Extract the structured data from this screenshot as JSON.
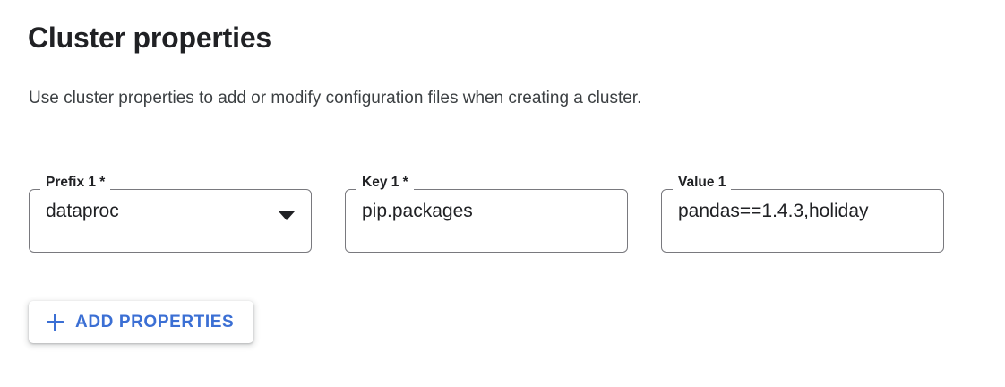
{
  "section": {
    "title": "Cluster properties",
    "description": "Use cluster properties to add or modify configuration files when creating a cluster."
  },
  "fields": [
    {
      "name": "prefix",
      "label": "Prefix 1 *",
      "value": "dataproc",
      "type": "select",
      "required": true,
      "icon": "chevron-down-icon"
    },
    {
      "name": "key",
      "label": "Key 1 *",
      "value": "pip.packages",
      "type": "text",
      "required": true
    },
    {
      "name": "value",
      "label": "Value 1",
      "value": "pandas==1.4.3,holiday",
      "type": "text",
      "required": false
    }
  ],
  "actions": {
    "add_properties_label": "ADD PROPERTIES",
    "add_properties_icon": "plus-icon"
  },
  "colors": {
    "accent_blue": "#3b6fd4",
    "text_primary": "#202124",
    "text_secondary": "#3c4043",
    "field_border": "#79797e",
    "background": "#ffffff"
  }
}
